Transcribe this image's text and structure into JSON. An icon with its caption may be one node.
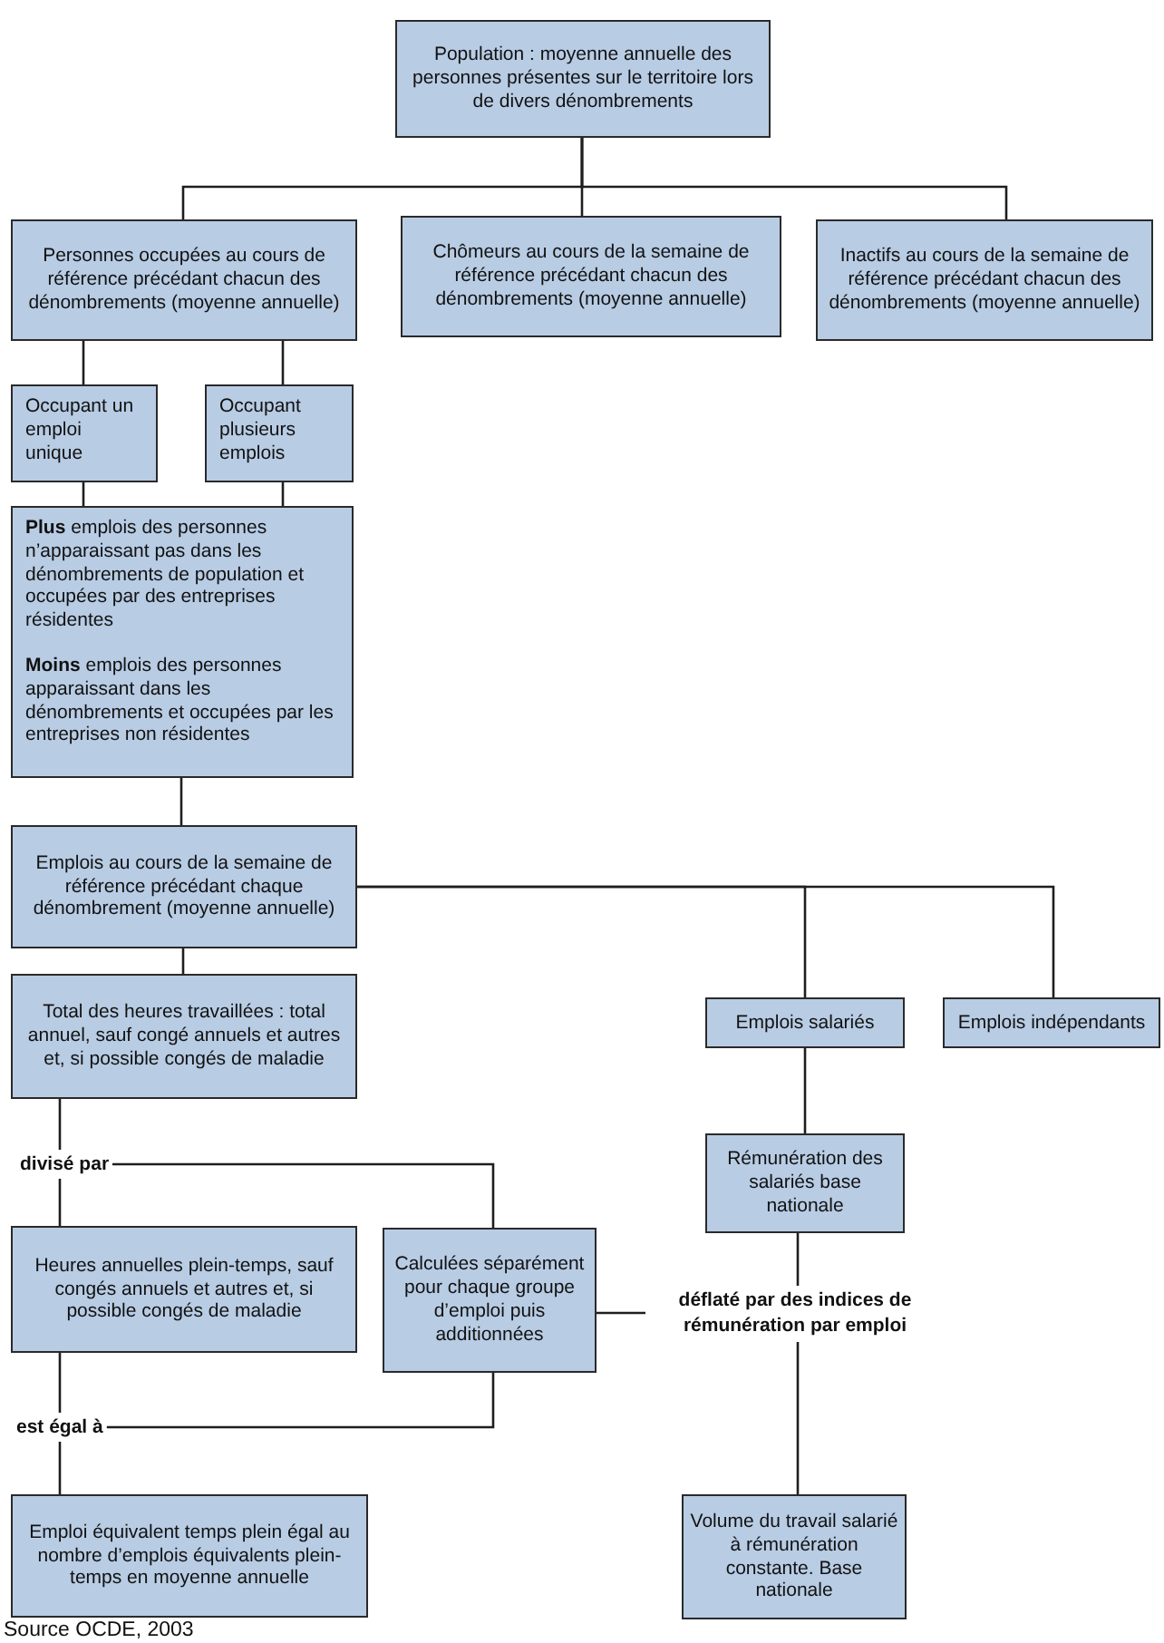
{
  "diagram": {
    "nodes": [
      {
        "text": [
          "Population : moyenne annuelle des personnes présentes sur le territoire lors de divers dénombrements"
        ]
      },
      {
        "text": [
          "Personnes occupées au cours de référence précédant chacun des dénombrements (moyenne annuelle)"
        ]
      },
      {
        "text": [
          "Chômeurs au cours de la semaine de référence précédant chacun des dénombrements (moyenne annuelle)"
        ]
      },
      {
        "text": [
          "Inactifs au cours de la semaine de référence précédant chacun des dénombrements (moyenne annuelle)"
        ]
      },
      {
        "text": [
          "Occupant un emploi unique"
        ]
      },
      {
        "text": [
          "Occupant plusieurs emplois"
        ]
      },
      {
        "text": [
          "**Plus** emplois des personnes n’apparaissant pas dans les dénombrements de population et occupées par des entreprises résidentes",
          "**Moins** emplois des personnes apparaissant dans les dénombrements et occupées par les entreprises non résidentes"
        ]
      },
      {
        "text": [
          "Emplois au cours de la semaine de référence précédant chaque dénombrement (moyenne annuelle)"
        ]
      },
      {
        "text": [
          "Total des heures travaillées : total annuel, sauf congé annuels et autres et, si possible congés de maladie"
        ]
      },
      {
        "text": [
          "Emplois salariés"
        ]
      },
      {
        "text": [
          "Emplois indépendants"
        ]
      },
      {
        "text": [
          "Rémunération des salariés base nationale"
        ]
      },
      {
        "text": [
          "divisé par"
        ]
      },
      {
        "text": [
          "Heures annuelles plein-temps, sauf congés annuels et autres et, si possible congés de maladie"
        ]
      },
      {
        "text": [
          "Calculées séparément pour chaque groupe d’emploi puis additionnées"
        ]
      },
      {
        "text": [
          "déflaté par des indices de rémunération par emploi"
        ]
      },
      {
        "text": [
          "est égal à"
        ]
      },
      {
        "text": [
          "Emploi équivalent temps plein égal au nombre d’emplois équivalents plein-temps en moyenne annuelle"
        ]
      },
      {
        "text": [
          "Volume du travail salarié à rémunération constante. Base nationale"
        ]
      }
    ],
    "edges": [
      {
        "from": 0,
        "to": 1,
        "arrow": "none"
      },
      {
        "from": 0,
        "to": 2,
        "arrow": "none"
      },
      {
        "from": 0,
        "to": 3,
        "arrow": "none"
      },
      {
        "from": 1,
        "to": 4,
        "arrow": "none"
      },
      {
        "from": 1,
        "to": 5,
        "arrow": "none"
      },
      {
        "from": 4,
        "to": 6,
        "arrow": "none"
      },
      {
        "from": 5,
        "to": 6,
        "arrow": "none"
      },
      {
        "from": 6,
        "to": 7,
        "arrow": "none"
      },
      {
        "from": 7,
        "to": 8,
        "arrow": "none"
      },
      {
        "from": 7,
        "to": 9,
        "arrow": "none"
      },
      {
        "from": 7,
        "to": 10,
        "arrow": "none"
      },
      {
        "from": 9,
        "to": 11,
        "arrow": "none"
      },
      {
        "from": 8,
        "to": 12,
        "arrow": "none"
      },
      {
        "from": 12,
        "to": 13,
        "arrow": "none"
      },
      {
        "from": 12,
        "to": 14,
        "arrow": "none"
      },
      {
        "from": 11,
        "to": 15,
        "arrow": "none"
      },
      {
        "from": 14,
        "to": 15,
        "arrow": "none"
      },
      {
        "from": 15,
        "to": 18,
        "arrow": "none"
      },
      {
        "from": 13,
        "to": 16,
        "arrow": "none"
      },
      {
        "from": 14,
        "to": 16,
        "arrow": "none"
      },
      {
        "from": 16,
        "to": 17,
        "arrow": "none"
      }
    ],
    "labels": [
      "Source OCDE, 2003"
    ]
  }
}
